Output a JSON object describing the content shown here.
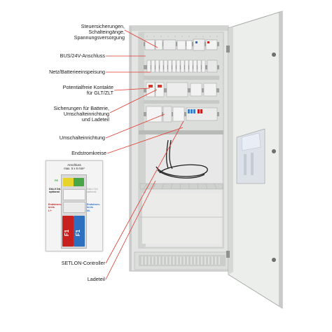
{
  "callouts": [
    {
      "id": "steuer",
      "lines": [
        "Steuersicherungen,",
        "Schalteingänge,",
        "Spannungsversorgung"
      ]
    },
    {
      "id": "bus",
      "lines": [
        "BUS/24V-Anschluss"
      ]
    },
    {
      "id": "netz",
      "lines": [
        "Netz/Batterieeinspeisung"
      ]
    },
    {
      "id": "kontakte",
      "lines": [
        "Potentialfreie Kontakte",
        "für GLT/ZLT"
      ]
    },
    {
      "id": "sicherungen",
      "lines": [
        "Sicherungen für Batterie,",
        "Umschalteinrichtung",
        "und Ladeteil"
      ]
    },
    {
      "id": "umschalt",
      "lines": [
        "Umschalteinrichtung"
      ]
    },
    {
      "id": "endstrom",
      "lines": [
        "Endstromkreise"
      ]
    },
    {
      "id": "setlon",
      "lines": [
        "SETLON-Controller"
      ]
    },
    {
      "id": "ladeteil",
      "lines": [
        "Ladeteil"
      ]
    }
  ],
  "inset": {
    "header": [
      "Anschluss",
      "max. 5 x 6 mm²"
    ],
    "pe_label": "PE",
    "dali_left": [
      "DALI/ DA",
      "optional"
    ],
    "dali_right": [
      "DALI/ DA",
      "optional"
    ],
    "endstrom_left": [
      "Endstrom-",
      "kreis",
      "L+"
    ],
    "endstrom_right": [
      "Endstrom-",
      "kreis",
      "N/-"
    ],
    "f_tags": [
      "F1",
      "F1"
    ]
  },
  "colors": {
    "callout_line": "#e03a2f",
    "cabinet": "#e6e7e6",
    "cabinet_dark": "#a9aca9",
    "interior": "#d9dad9",
    "panel": "#f1f2f1",
    "terminal_blue": "#2f6fc0",
    "terminal_red": "#c8201f",
    "pe_yellow": "#e7d42a",
    "pe_green": "#49a648"
  }
}
